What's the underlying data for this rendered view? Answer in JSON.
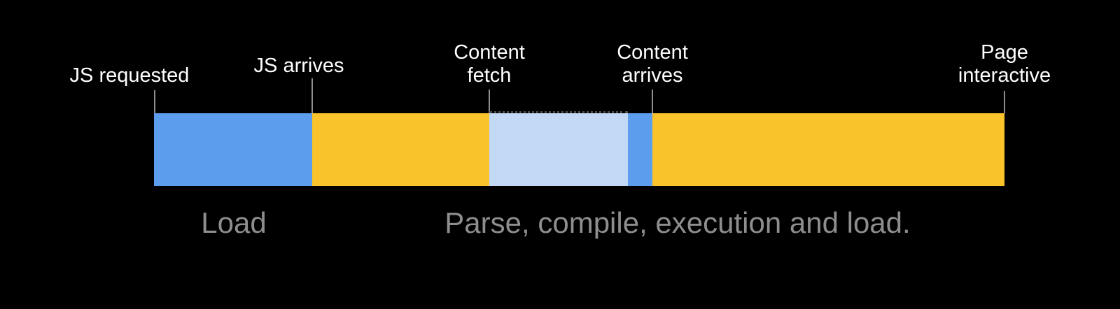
{
  "colors": {
    "background": "#000000",
    "blue": "#5C9DEE",
    "yellow": "#F9C32B",
    "light_blue": "#C2D8F5",
    "tick": "#8E8E8E",
    "dotted_edge": "#4A4A4A",
    "milestone_label": "#FFFFFF",
    "phase_label": "#8E8E8E"
  },
  "milestones": [
    {
      "label": "JS requested"
    },
    {
      "label": "JS arrives"
    },
    {
      "label": "Content\nfetch"
    },
    {
      "label": "Content\narrives"
    },
    {
      "label": "Page\ninteractive"
    }
  ],
  "segments": [
    {
      "color": "blue",
      "from": "JS requested",
      "to": "JS arrives"
    },
    {
      "color": "yellow",
      "from": "JS arrives",
      "to": "Content fetch"
    },
    {
      "color": "light_blue",
      "from": "Content fetch",
      "to": ""
    },
    {
      "color": "blue",
      "from": "",
      "to": "Content arrives"
    },
    {
      "color": "yellow",
      "from": "Content arrives",
      "to": "Page interactive"
    }
  ],
  "phases": [
    {
      "label": "Load"
    },
    {
      "label": "Parse, compile, execution and load."
    }
  ]
}
